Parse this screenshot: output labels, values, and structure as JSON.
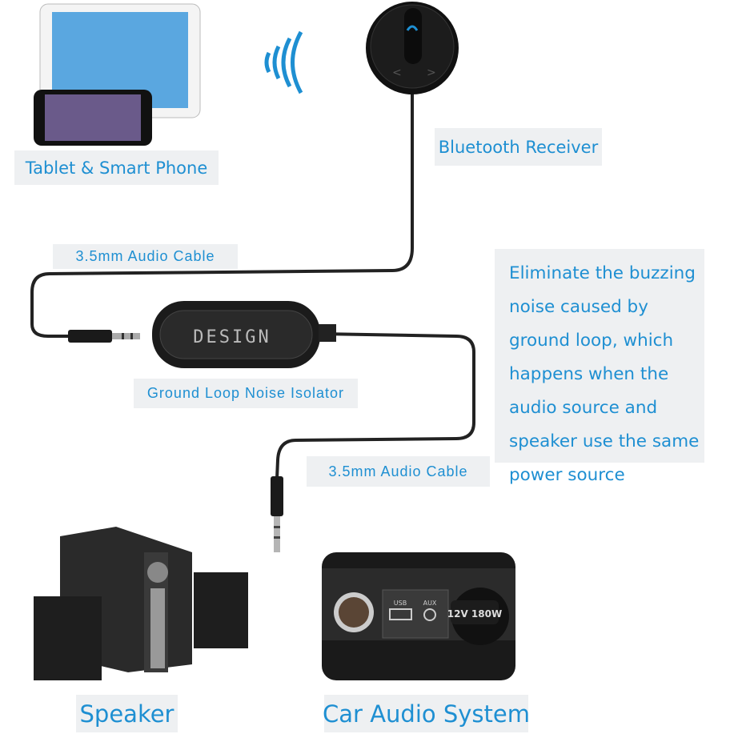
{
  "labels": {
    "tablet_phone": "Tablet & Smart Phone",
    "bluetooth_receiver": "Bluetooth Receiver",
    "cable_top": "3.5mm Audio Cable",
    "isolator": "Ground Loop Noise Isolator",
    "cable_bottom": "3.5mm Audio Cable",
    "speaker": "Speaker",
    "car_audio": "Car Audio System"
  },
  "description": "Eliminate the buzzing noise caused by ground loop, which happens when the audio source and speaker use the same power source",
  "device_texts": {
    "brand": "DESIGN",
    "usb": "USB",
    "aux": "AUX",
    "socket": "12V 180W"
  },
  "colors": {
    "accent": "#1e8fd2",
    "label_bg": "#eef0f2"
  }
}
